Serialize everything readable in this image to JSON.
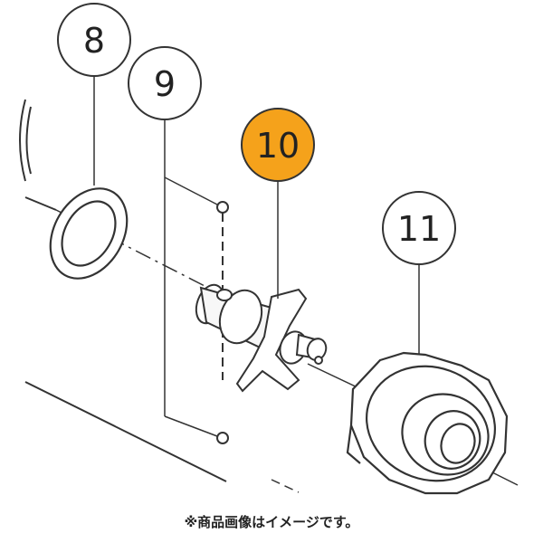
{
  "diagram": {
    "callouts": [
      {
        "label": "8",
        "highlighted": false
      },
      {
        "label": "9",
        "highlighted": false
      },
      {
        "label": "10",
        "highlighted": true
      },
      {
        "label": "11",
        "highlighted": false
      }
    ],
    "highlight_color": "#f5a21b"
  },
  "caption": "※商品画像はイメージです。"
}
